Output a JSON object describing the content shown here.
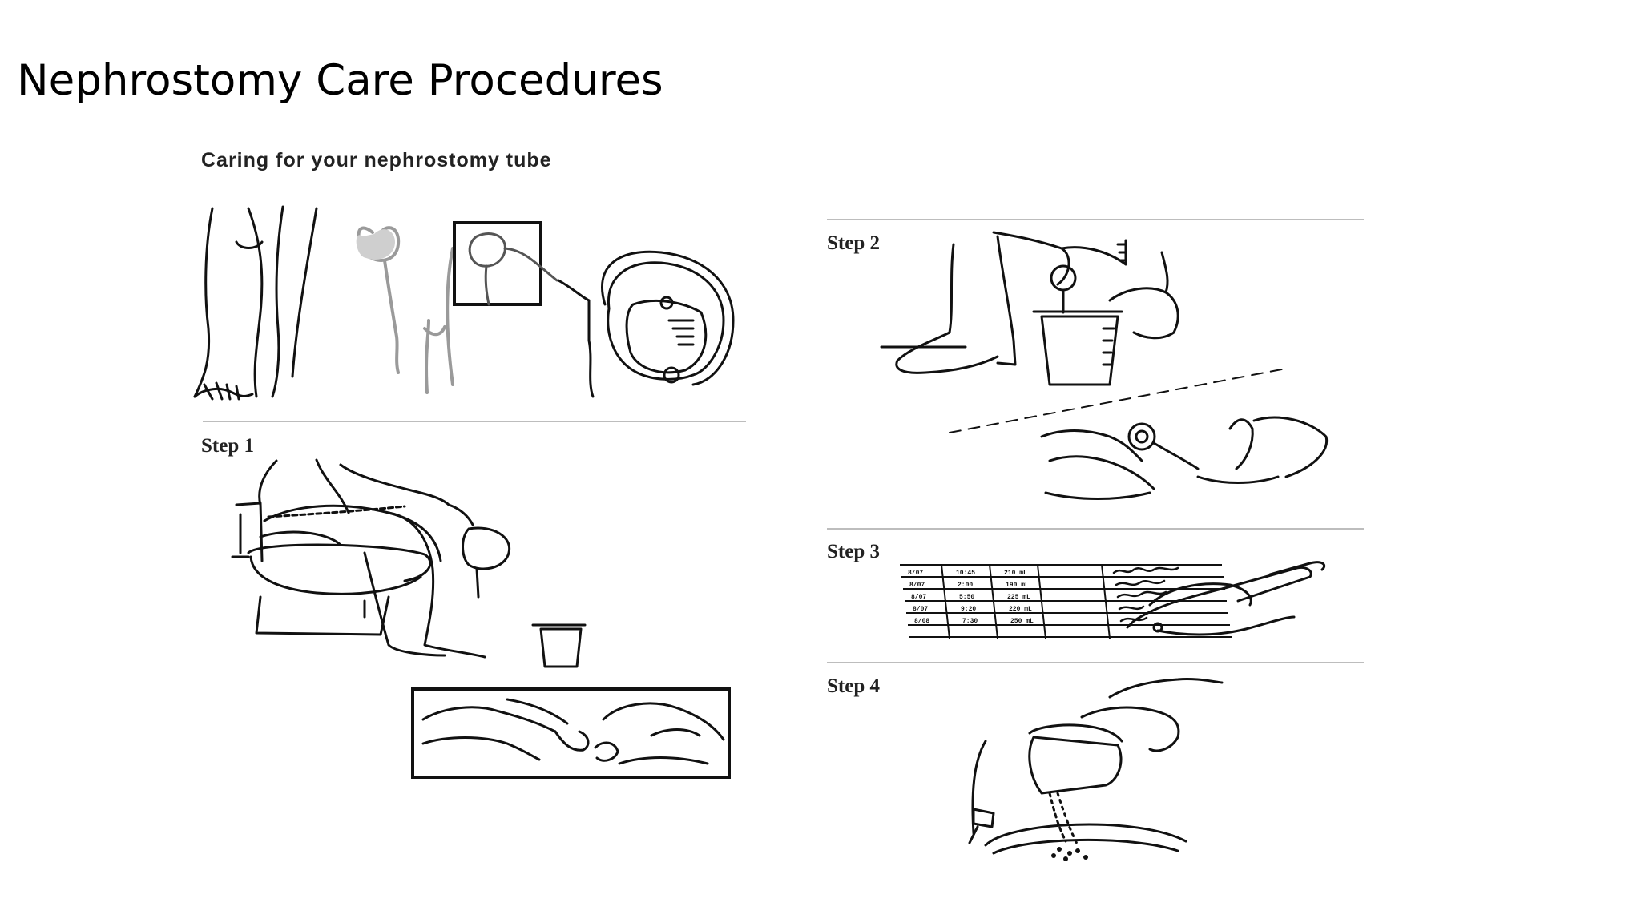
{
  "slide": {
    "title": "Nephrostomy Care Procedures"
  },
  "handout": {
    "heading": "Caring for your nephrostomy tube",
    "steps": [
      {
        "label": "Step 1"
      },
      {
        "label": "Step 2"
      },
      {
        "label": "Step 3"
      },
      {
        "label": "Step 4"
      }
    ],
    "output_log": {
      "rows": [
        [
          "8/07",
          "10:45",
          "210 mL"
        ],
        [
          "8/07",
          "2:00",
          "190 mL"
        ],
        [
          "8/07",
          "5:50",
          "225 mL"
        ],
        [
          "8/07",
          "9:20",
          "220 mL"
        ],
        [
          "8/08",
          "7:30",
          "250 mL"
        ]
      ]
    }
  }
}
